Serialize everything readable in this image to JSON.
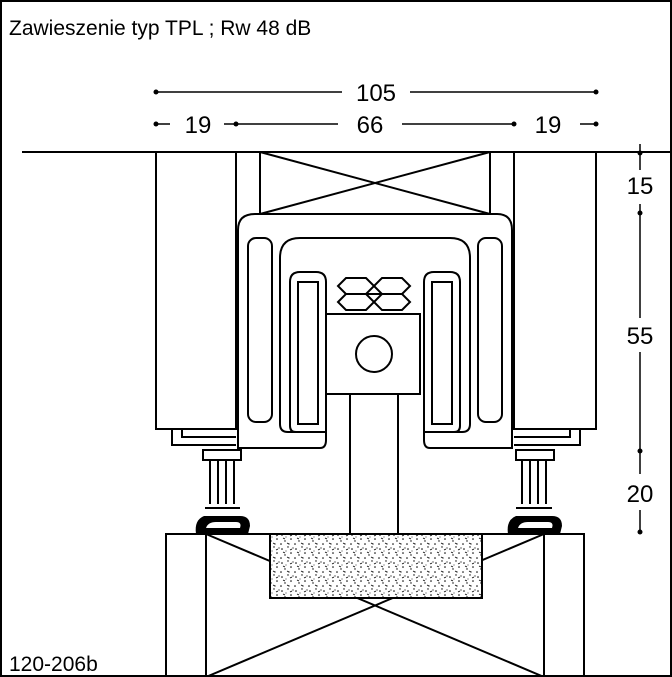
{
  "title": "Zawieszenie typ TPL ; Rw 48 dB",
  "drawing_code": "120-206b",
  "dimensions": {
    "overall_width": "105",
    "left_offset": "19",
    "center_width": "66",
    "right_offset": "19",
    "top_height": "15",
    "middle_height": "55",
    "bottom_height": "20"
  }
}
